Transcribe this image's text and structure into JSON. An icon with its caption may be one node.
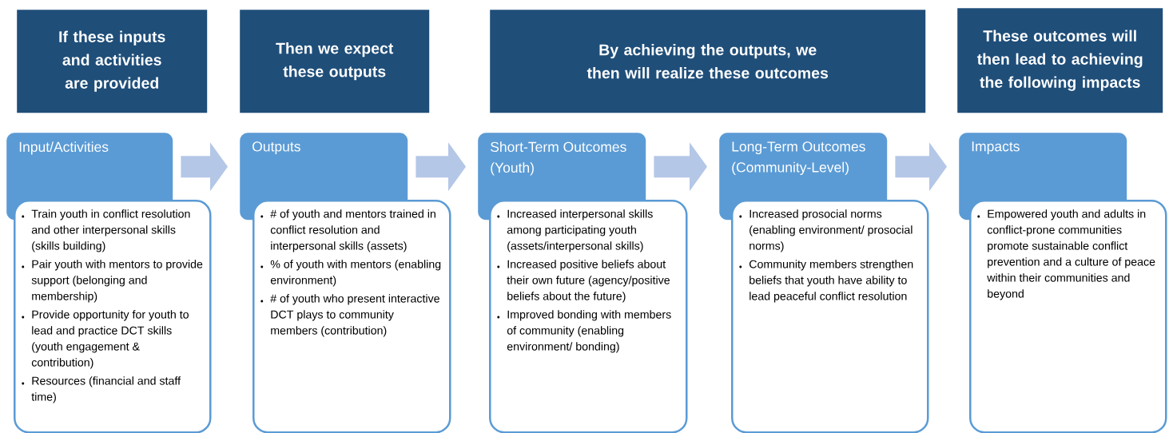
{
  "diagram": {
    "nodes": [
      {
        "text": [
          "If these inputs and activities are provided"
        ]
      },
      {
        "text": [
          "Then we expect these outputs"
        ]
      },
      {
        "text": [
          "By achieving the outputs, we then will realize these outcomes"
        ]
      },
      {
        "text": [
          "These outcomes will then lead to achieving the following impacts"
        ]
      },
      {
        "text": [
          "Input/Activities"
        ]
      },
      {
        "text": [
          "Train youth in conflict resolution and other interpersonal skills (skills building)",
          "Pair youth with mentors to provide support (belonging and membership)",
          "Provide opportunity for youth to lead and practice DCT skills (youth engagement & contribution)",
          "Resources (financial and staff time)"
        ]
      },
      {
        "text": [
          "Outputs"
        ]
      },
      {
        "text": [
          "# of youth and mentors trained in conflict resolution and interpersonal skills (assets)",
          "% of youth with mentors (enabling environment)",
          "# of youth who present interactive DCT plays to community members (contribution)"
        ]
      },
      {
        "text": [
          "Short-Term Outcomes (Youth)"
        ]
      },
      {
        "text": [
          "Increased interpersonal skills among participating youth (assets/interpersonal skills)",
          "Increased positive beliefs about their own future (agency/positive beliefs about the future)",
          "Improved bonding with members of community (enabling environment/ bonding)"
        ]
      },
      {
        "text": [
          "Long-Term Outcomes (Community-Level)"
        ]
      },
      {
        "text": [
          "Increased prosocial norms (enabling environment/ prosocial norms)",
          "Community members strengthen beliefs that youth have ability to lead peaceful conflict resolution"
        ]
      },
      {
        "text": [
          "Impacts"
        ]
      },
      {
        "text": [
          "Empowered youth and adults in conflict-prone communities promote sustainable conflict prevention and a culture of peace within their communities and beyond"
        ]
      }
    ],
    "edges": [
      {
        "from": 4,
        "to": 6,
        "arrow": "to"
      },
      {
        "from": 6,
        "to": 8,
        "arrow": "to"
      },
      {
        "from": 8,
        "to": 10,
        "arrow": "to"
      },
      {
        "from": 10,
        "to": 12,
        "arrow": "to"
      }
    ]
  }
}
